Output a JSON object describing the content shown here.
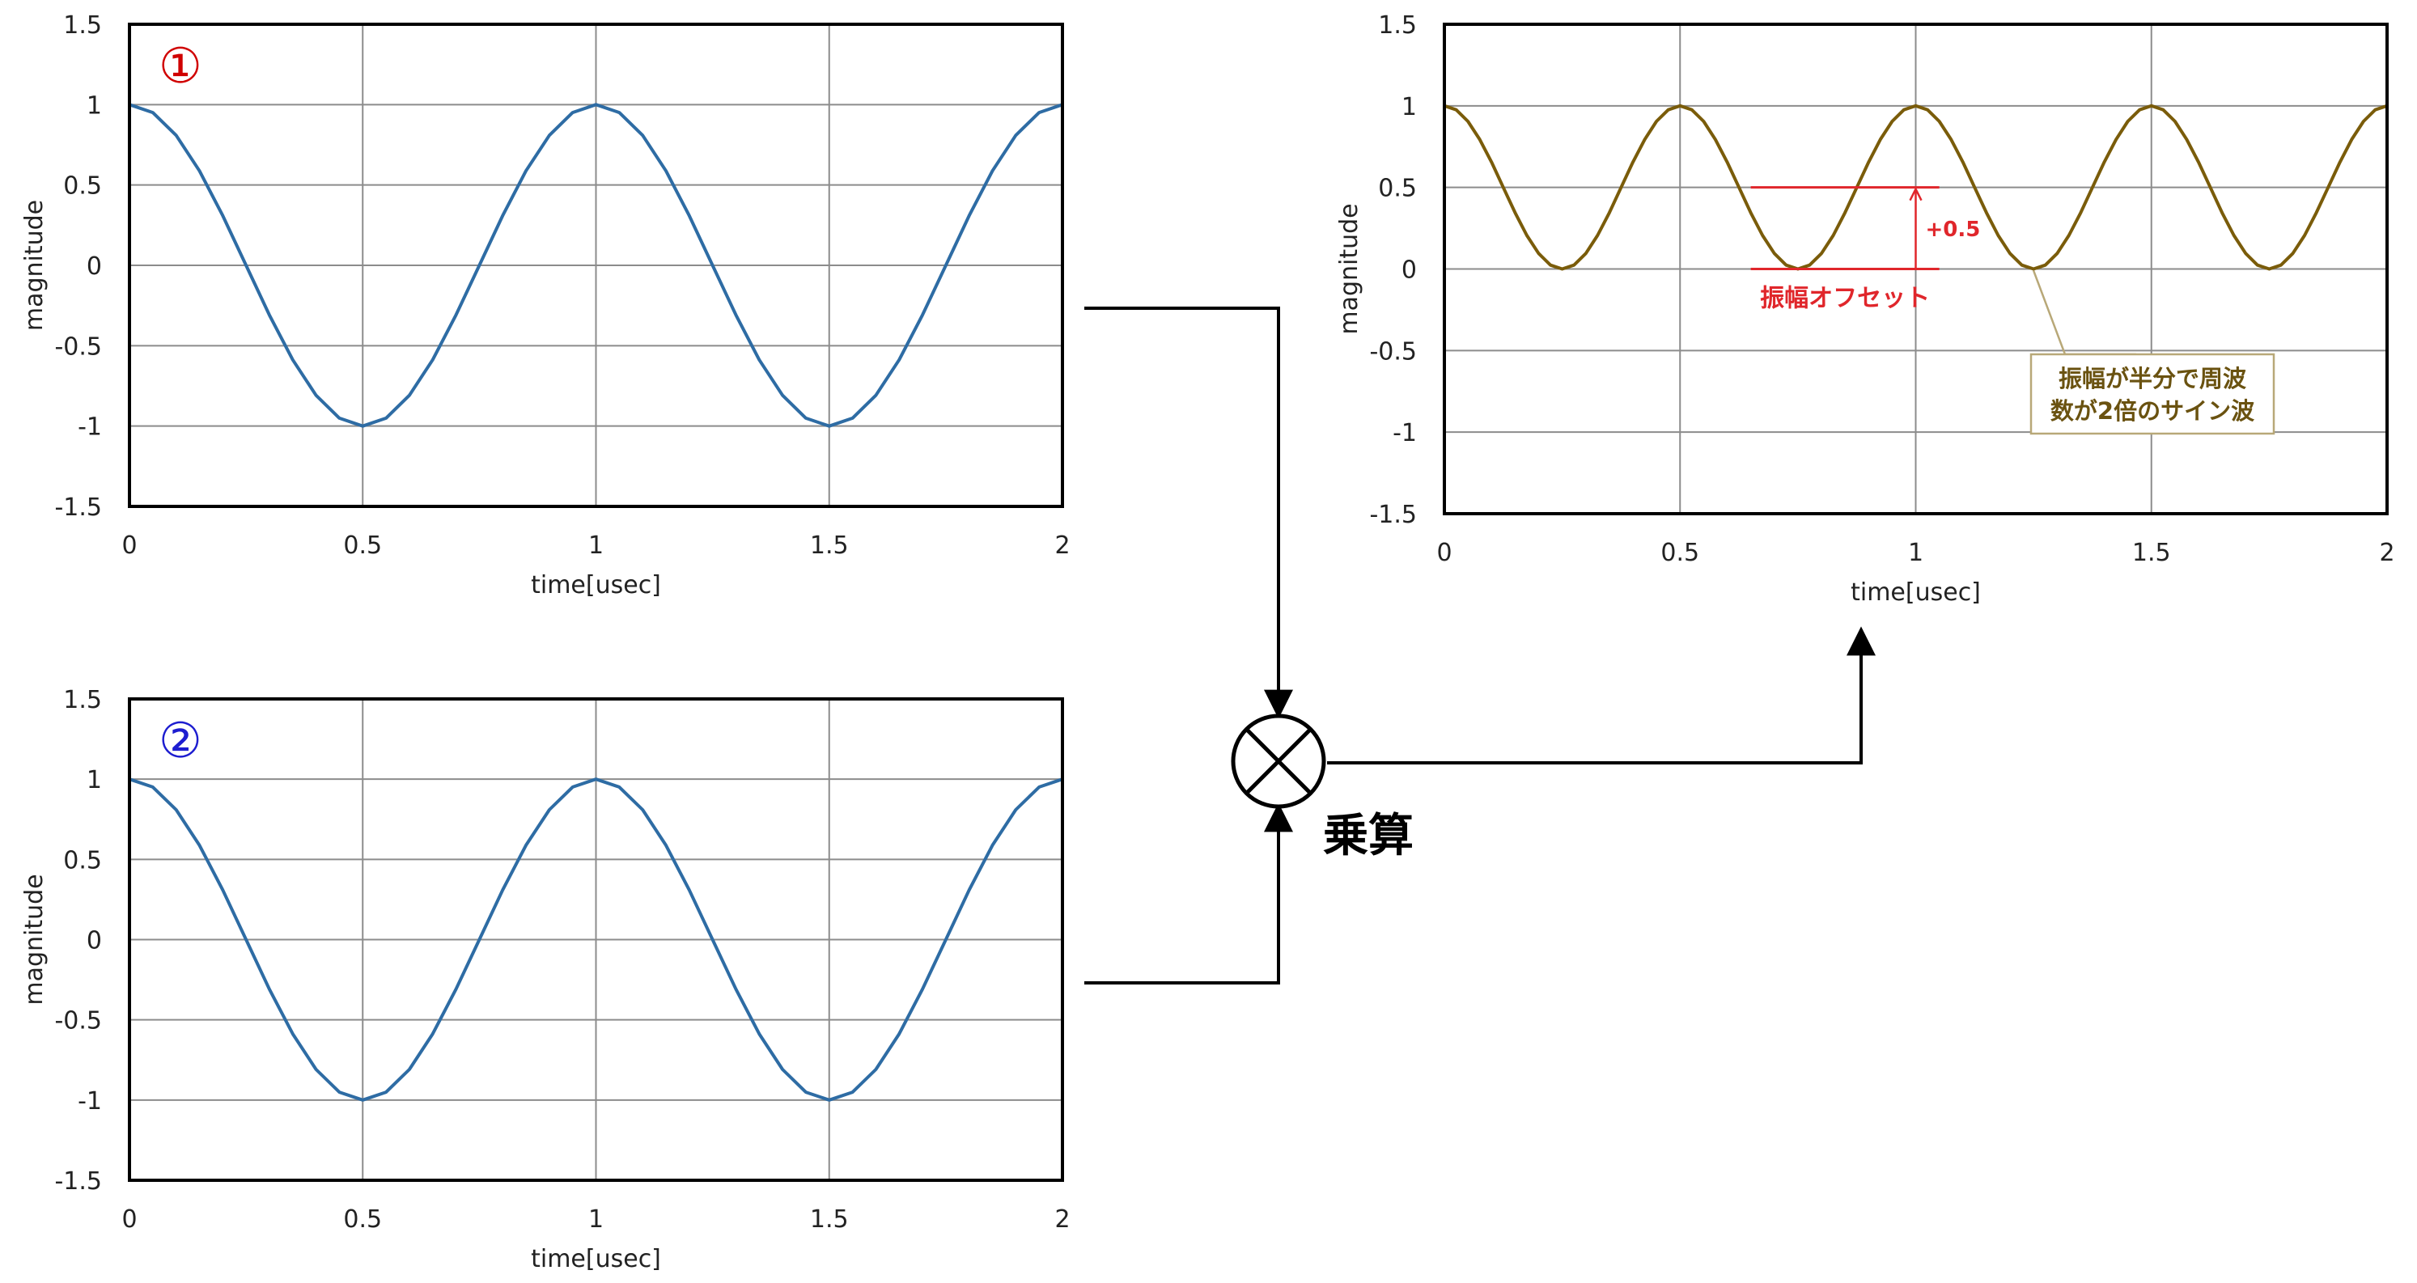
{
  "chart_data": [
    {
      "id": "chart1",
      "type": "line",
      "badge": "①",
      "badge_color": "#d00000",
      "xlabel": "time[usec]",
      "ylabel": "magnitude",
      "xlim": [
        0,
        2
      ],
      "ylim": [
        -1.5,
        1.5
      ],
      "xticks": [
        0,
        0.5,
        1,
        1.5,
        2
      ],
      "xtick_labels": [
        "0",
        "0.5",
        "1",
        "1.5",
        "2"
      ],
      "yticks": [
        -1.5,
        -1,
        -0.5,
        0,
        0.5,
        1,
        1.5
      ],
      "ytick_labels": [
        "-1.5",
        "-1",
        "-0.5",
        "0",
        "0.5",
        "1",
        "1.5"
      ],
      "grid": true,
      "line_color": "#2e6ca4",
      "series": [
        {
          "x": [
            0,
            0.05,
            0.1,
            0.15,
            0.2,
            0.25,
            0.3,
            0.35,
            0.4,
            0.45,
            0.5,
            0.55,
            0.6,
            0.65,
            0.7,
            0.75,
            0.8,
            0.85,
            0.9,
            0.95,
            1,
            1.05,
            1.1,
            1.15,
            1.2,
            1.25,
            1.3,
            1.35,
            1.4,
            1.45,
            1.5,
            1.55,
            1.6,
            1.65,
            1.7,
            1.75,
            1.8,
            1.85,
            1.9,
            1.95,
            2
          ],
          "y": [
            1,
            0.951,
            0.809,
            0.588,
            0.309,
            0,
            -0.309,
            -0.588,
            -0.809,
            -0.951,
            -1,
            -0.951,
            -0.809,
            -0.588,
            -0.309,
            0,
            0.309,
            0.588,
            0.809,
            0.951,
            1,
            0.951,
            0.809,
            0.588,
            0.309,
            0,
            -0.309,
            -0.588,
            -0.809,
            -0.951,
            -1,
            -0.951,
            -0.809,
            -0.588,
            -0.309,
            0,
            0.309,
            0.588,
            0.809,
            0.951,
            1
          ]
        }
      ]
    },
    {
      "id": "chart2",
      "type": "line",
      "badge": "②",
      "badge_color": "#1d1dd0",
      "xlabel": "time[usec]",
      "ylabel": "magnitude",
      "xlim": [
        0,
        2
      ],
      "ylim": [
        -1.5,
        1.5
      ],
      "xticks": [
        0,
        0.5,
        1,
        1.5,
        2
      ],
      "xtick_labels": [
        "0",
        "0.5",
        "1",
        "1.5",
        "2"
      ],
      "yticks": [
        -1.5,
        -1,
        -0.5,
        0,
        0.5,
        1,
        1.5
      ],
      "ytick_labels": [
        "-1.5",
        "-1",
        "-0.5",
        "0",
        "0.5",
        "1",
        "1.5"
      ],
      "grid": true,
      "line_color": "#2e6ca4",
      "series": [
        {
          "x": [
            0,
            0.05,
            0.1,
            0.15,
            0.2,
            0.25,
            0.3,
            0.35,
            0.4,
            0.45,
            0.5,
            0.55,
            0.6,
            0.65,
            0.7,
            0.75,
            0.8,
            0.85,
            0.9,
            0.95,
            1,
            1.05,
            1.1,
            1.15,
            1.2,
            1.25,
            1.3,
            1.35,
            1.4,
            1.45,
            1.5,
            1.55,
            1.6,
            1.65,
            1.7,
            1.75,
            1.8,
            1.85,
            1.9,
            1.95,
            2
          ],
          "y": [
            1,
            0.951,
            0.809,
            0.588,
            0.309,
            0,
            -0.309,
            -0.588,
            -0.809,
            -0.951,
            -1,
            -0.951,
            -0.809,
            -0.588,
            -0.309,
            0,
            0.309,
            0.588,
            0.809,
            0.951,
            1,
            0.951,
            0.809,
            0.588,
            0.309,
            0,
            -0.309,
            -0.588,
            -0.809,
            -0.951,
            -1,
            -0.951,
            -0.809,
            -0.588,
            -0.309,
            0,
            0.309,
            0.588,
            0.809,
            0.951,
            1
          ]
        }
      ]
    },
    {
      "id": "chart3",
      "type": "line",
      "xlabel": "time[usec]",
      "ylabel": "magnitude",
      "xlim": [
        0,
        2
      ],
      "ylim": [
        -1.5,
        1.5
      ],
      "xticks": [
        0,
        0.5,
        1,
        1.5,
        2
      ],
      "xtick_labels": [
        "0",
        "0.5",
        "1",
        "1.5",
        "2"
      ],
      "yticks": [
        -1.5,
        -1,
        -0.5,
        0,
        0.5,
        1,
        1.5
      ],
      "ytick_labels": [
        "-1.5",
        "-1",
        "-0.5",
        "0",
        "0.5",
        "1",
        "1.5"
      ],
      "grid": true,
      "line_color": "#7a5c0a",
      "series": [
        {
          "x": [
            0,
            0.025,
            0.05,
            0.075,
            0.1,
            0.125,
            0.15,
            0.175,
            0.2,
            0.225,
            0.25,
            0.275,
            0.3,
            0.325,
            0.35,
            0.375,
            0.4,
            0.425,
            0.45,
            0.475,
            0.5,
            0.525,
            0.55,
            0.575,
            0.6,
            0.625,
            0.65,
            0.675,
            0.7,
            0.725,
            0.75,
            0.775,
            0.8,
            0.825,
            0.85,
            0.875,
            0.9,
            0.925,
            0.95,
            0.975,
            1,
            1.025,
            1.05,
            1.075,
            1.1,
            1.125,
            1.15,
            1.175,
            1.2,
            1.225,
            1.25,
            1.275,
            1.3,
            1.325,
            1.35,
            1.375,
            1.4,
            1.425,
            1.45,
            1.475,
            1.5,
            1.525,
            1.55,
            1.575,
            1.6,
            1.625,
            1.65,
            1.675,
            1.7,
            1.725,
            1.75,
            1.775,
            1.8,
            1.825,
            1.85,
            1.875,
            1.9,
            1.925,
            1.95,
            1.975,
            2
          ],
          "y": [
            1,
            0.976,
            0.905,
            0.794,
            0.655,
            0.5,
            0.345,
            0.206,
            0.095,
            0.024,
            0,
            0.024,
            0.095,
            0.206,
            0.345,
            0.5,
            0.655,
            0.794,
            0.905,
            0.976,
            1,
            0.976,
            0.905,
            0.794,
            0.655,
            0.5,
            0.345,
            0.206,
            0.095,
            0.024,
            0,
            0.024,
            0.095,
            0.206,
            0.345,
            0.5,
            0.655,
            0.794,
            0.905,
            0.976,
            1,
            0.976,
            0.905,
            0.794,
            0.655,
            0.5,
            0.345,
            0.206,
            0.095,
            0.024,
            0,
            0.024,
            0.095,
            0.206,
            0.345,
            0.5,
            0.655,
            0.794,
            0.905,
            0.976,
            1,
            0.976,
            0.905,
            0.794,
            0.655,
            0.5,
            0.345,
            0.206,
            0.095,
            0.024,
            0,
            0.024,
            0.095,
            0.206,
            0.345,
            0.5,
            0.655,
            0.794,
            0.905,
            0.976,
            1
          ]
        }
      ],
      "annotations": {
        "offset_value": "+0.5",
        "offset_label": "振幅オフセット",
        "offset_color": "#e0262b",
        "offset_from": 0,
        "offset_to": 0.5,
        "offset_x_range": [
          0.65,
          1.05
        ],
        "offset_arrow_x": 1.0,
        "callout_lines": [
          "振幅が半分で周波",
          "数が2倍のサイン波"
        ],
        "callout_color": "#6a5210",
        "callout_border": "#b8a878",
        "callout_target": [
          1.25,
          0
        ]
      }
    }
  ],
  "multiply_label": "乗算",
  "colors": {
    "connector": "#000000",
    "grid": "#8c8c8c",
    "axis": "#000000",
    "tick_text": "#222222"
  }
}
